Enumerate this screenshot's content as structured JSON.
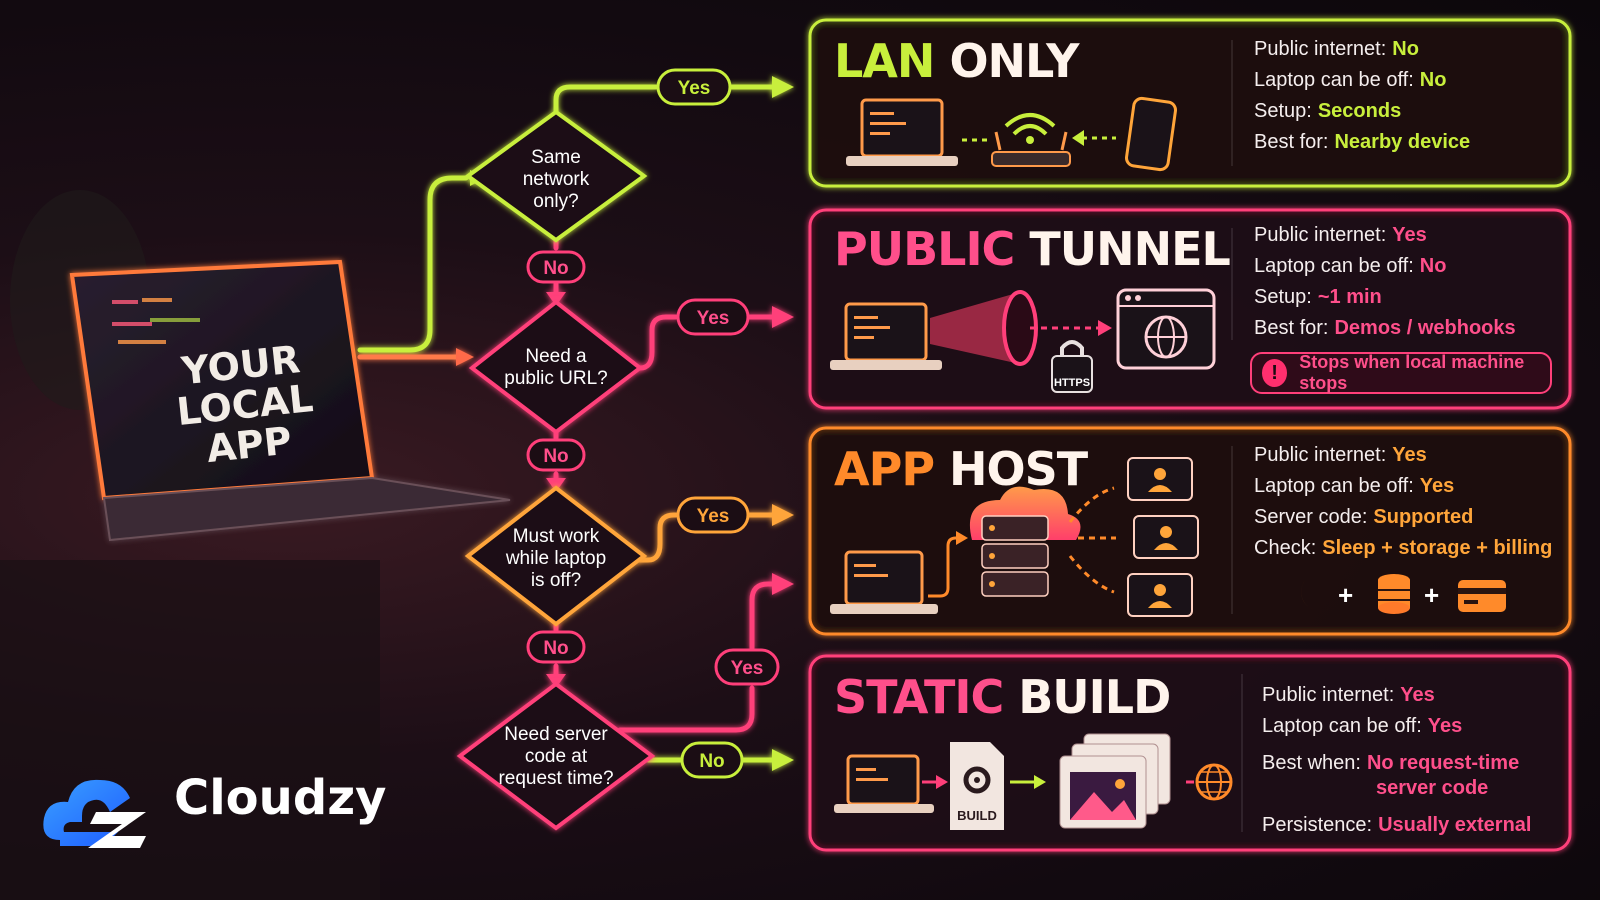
{
  "colors": {
    "lime": "#c8ef3c",
    "pink": "#ff3f7a",
    "orange": "#ff8a2a",
    "green_val": "#c8ef3c",
    "pink_val": "#ff4f8b",
    "orange_val": "#ffa53a"
  },
  "start": {
    "label_line1": "YOUR",
    "label_line2": "LOCAL APP"
  },
  "decisions": [
    {
      "lines": [
        "Same",
        "network",
        "only?"
      ],
      "yes": "Yes",
      "no": "No"
    },
    {
      "lines": [
        "Need a",
        "public URL?"
      ],
      "yes": "Yes",
      "no": "No"
    },
    {
      "lines": [
        "Must work",
        "while laptop",
        "is off?"
      ],
      "yes": "Yes",
      "no": "No"
    },
    {
      "lines": [
        "Need server",
        "code at",
        "request time?"
      ],
      "yes": "Yes",
      "no": "No"
    }
  ],
  "cards": {
    "lan": {
      "title_a": "LAN",
      "title_b": "ONLY",
      "facts": [
        {
          "k": "Public internet:",
          "v": "No"
        },
        {
          "k": "Laptop can be off:",
          "v": "No"
        },
        {
          "k": "Setup:",
          "v": "Seconds"
        },
        {
          "k": "Best for:",
          "v": "Nearby device"
        }
      ]
    },
    "tunnel": {
      "title_a": "PUBLIC",
      "title_b": "TUNNEL",
      "facts": [
        {
          "k": "Public internet:",
          "v": "Yes"
        },
        {
          "k": "Laptop can be off:",
          "v": "No"
        },
        {
          "k": "Setup:",
          "v": "~1 min"
        },
        {
          "k": "Best for:",
          "v": "Demos / webhooks"
        }
      ],
      "warning": "Stops when local machine stops",
      "https_badge": "HTTPS"
    },
    "apphost": {
      "title_a": "APP",
      "title_b": "HOST",
      "facts": [
        {
          "k": "Public internet:",
          "v": "Yes"
        },
        {
          "k": "Laptop can be off:",
          "v": "Yes"
        },
        {
          "k": "Server code:",
          "v": "Supported"
        },
        {
          "k": "Check:",
          "v": "Sleep + storage + billing"
        }
      ],
      "plus": "+"
    },
    "static": {
      "title_a": "STATIC",
      "title_b": "BUILD",
      "facts": [
        {
          "k": "Public internet:",
          "v": "Yes"
        },
        {
          "k": "Laptop can be off:",
          "v": "Yes"
        },
        {
          "k": "Best when:",
          "v": "No request-time",
          "v2": "server code"
        },
        {
          "k": "Persistence:",
          "v": "Usually external"
        }
      ],
      "build_label": "BUILD"
    }
  },
  "brand": {
    "name": "Cloudzy"
  }
}
